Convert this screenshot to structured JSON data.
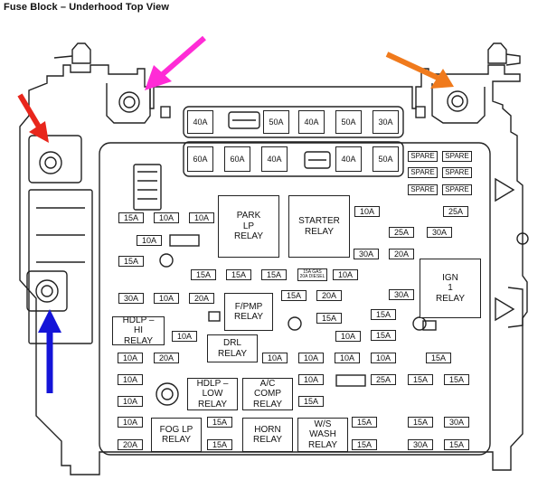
{
  "title": "Fuse Block – Underhood Top View",
  "colors": {
    "arrow_red": "#e8261c",
    "arrow_magenta": "#ff2bd6",
    "arrow_orange": "#f07a1c",
    "arrow_blue": "#1414d8",
    "line": "#222222"
  },
  "fuses": {
    "top_row1": [
      "40A",
      "50A",
      "40A",
      "50A",
      "30A"
    ],
    "top_row2": [
      "60A",
      "60A",
      "40A",
      "40A",
      "50A"
    ],
    "spare_label": "SPARE",
    "diesel_label_1": "15A GAS",
    "diesel_label_2": "20A DIESEL",
    "grid": {
      "r1": [
        "15A",
        "10A",
        "10A"
      ],
      "r2": [
        "10A"
      ],
      "r3": [
        "15A"
      ],
      "r4": [
        "15A",
        "15A",
        "15A",
        "10A"
      ],
      "r5": [
        "30A",
        "10A",
        "20A"
      ],
      "right": [
        "10A",
        "25A",
        "25A",
        "30A",
        "30A",
        "20A"
      ],
      "mid": [
        "15A",
        "20A",
        "30A"
      ],
      "mid2": [
        "15A",
        "15A",
        "15A"
      ],
      "r6": [
        "10A",
        "10A",
        "10A"
      ],
      "r7": [
        "10A",
        "20A"
      ],
      "r8": [
        "10A",
        "10A",
        "10A",
        "10A",
        "15A"
      ],
      "r9": [
        "10A",
        "10A",
        "25A",
        "15A",
        "15A"
      ],
      "r10": [
        "10A",
        "15A"
      ],
      "r11": [
        "10A",
        "15A",
        "15A",
        "15A",
        "30A"
      ],
      "r12": [
        "20A",
        "15A",
        "15A",
        "30A",
        "15A"
      ]
    }
  },
  "relays": {
    "park_lp": "PARK\nLP\nRELAY",
    "starter": "STARTER\nRELAY",
    "ign1": "IGN\n1\nRELAY",
    "fpmp": "F/PMP\nRELAY",
    "hdlp_hi": "HDLP –\nHI\nRELAY",
    "drl": "DRL\nRELAY",
    "hdlp_low": "HDLP –\nLOW\nRELAY",
    "ac_comp": "A/C\nCOMP\nRELAY",
    "fog_lp": "FOG LP\nRELAY",
    "horn": "HORN\nRELAY",
    "ws_wash": "W/S\nWASH\nRELAY"
  }
}
